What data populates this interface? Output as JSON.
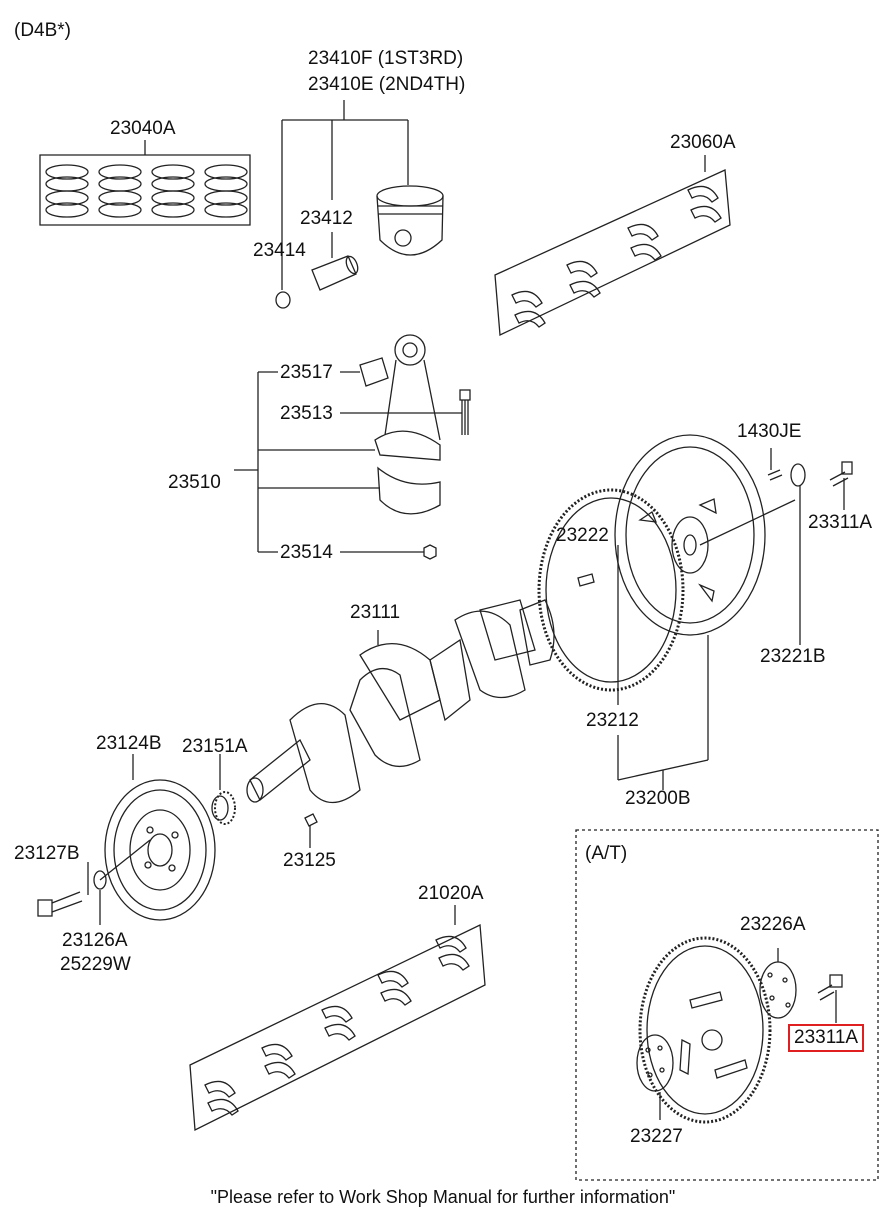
{
  "header": {
    "variant": "(D4B*)"
  },
  "parts": {
    "p23410F": "23410F (1ST3RD)",
    "p23410E": "23410E (2ND4TH)",
    "p23040A": "23040A",
    "p23412": "23412",
    "p23414": "23414",
    "p23060A": "23060A",
    "p23517": "23517",
    "p23513": "23513",
    "p23510": "23510",
    "p23514": "23514",
    "p1430JE": "1430JE",
    "p23311A_top": "23311A",
    "p23222": "23222",
    "p23221B": "23221B",
    "p23111": "23111",
    "p23212": "23212",
    "p23200B": "23200B",
    "p23124B": "23124B",
    "p23151A": "23151A",
    "p23127B": "23127B",
    "p23125": "23125",
    "p23126A": "23126A",
    "p25229W": "25229W",
    "p21020A": "21020A",
    "p23226A": "23226A",
    "p23311A_at": "23311A",
    "p23227": "23227"
  },
  "at_box": {
    "label": "(A/T)"
  },
  "highlight": {
    "part": "23311A",
    "color": "#e02020"
  },
  "footer": {
    "note": "\"Please refer to Work Shop Manual for further information\""
  }
}
